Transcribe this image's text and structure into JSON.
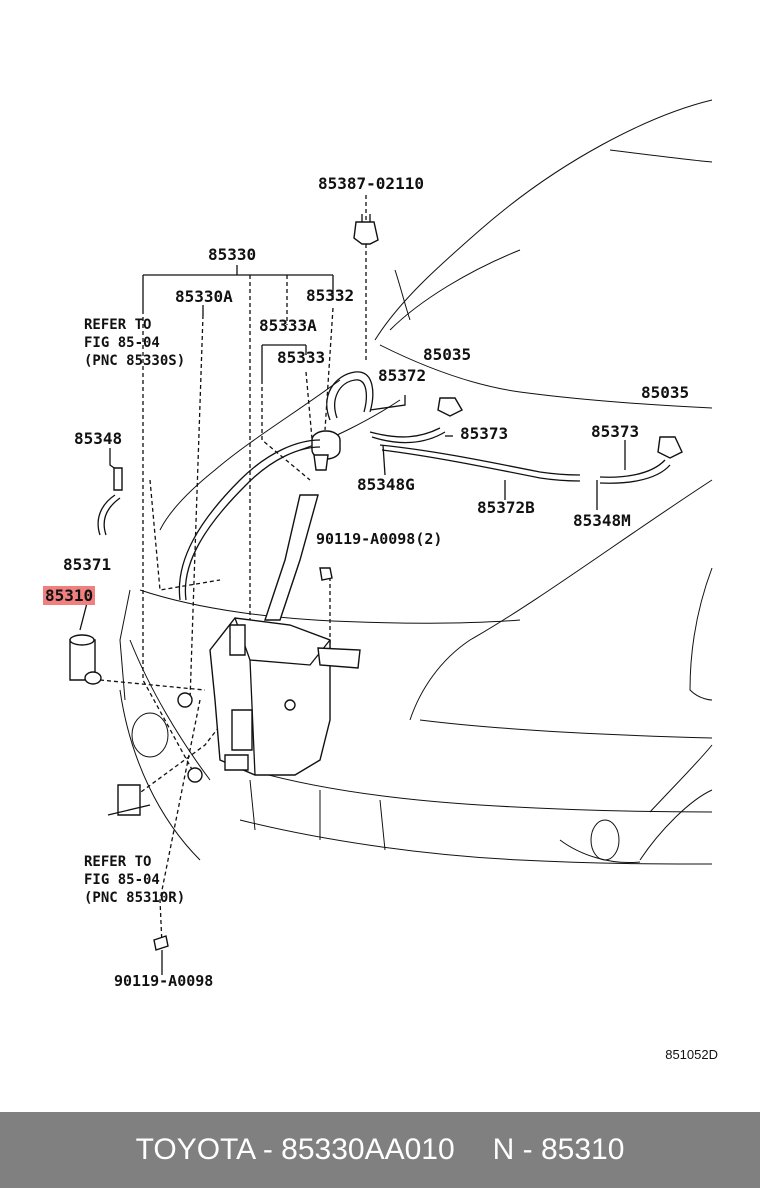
{
  "labels": {
    "p85387": "85387-02110",
    "p85330": "85330",
    "p85330A": "85330A",
    "p85332": "85332",
    "p85333A": "85333A",
    "p85333": "85333",
    "p85035a": "85035",
    "p85035b": "85035",
    "p85372": "85372",
    "p85373a": "85373",
    "p85373b": "85373",
    "p85348": "85348",
    "p85348G": "85348G",
    "p85372B": "85372B",
    "p85348M": "85348M",
    "p90119a": "90119-A0098(2)",
    "p85371": "85371",
    "p85310": "85310",
    "p90119b": "90119-A0098"
  },
  "notes": {
    "refer1": [
      "REFER TO",
      "FIG 85-04",
      "(PNC 85330S)"
    ],
    "refer2": [
      "REFER TO",
      "FIG 85-04",
      "(PNC 85310R)"
    ]
  },
  "illustration_code": "851052D",
  "footer": {
    "left": "TOYOTA - 85330AA010",
    "right": "N - 85310"
  },
  "colors": {
    "highlight": "#f08080",
    "footer_bg": "#808080"
  }
}
